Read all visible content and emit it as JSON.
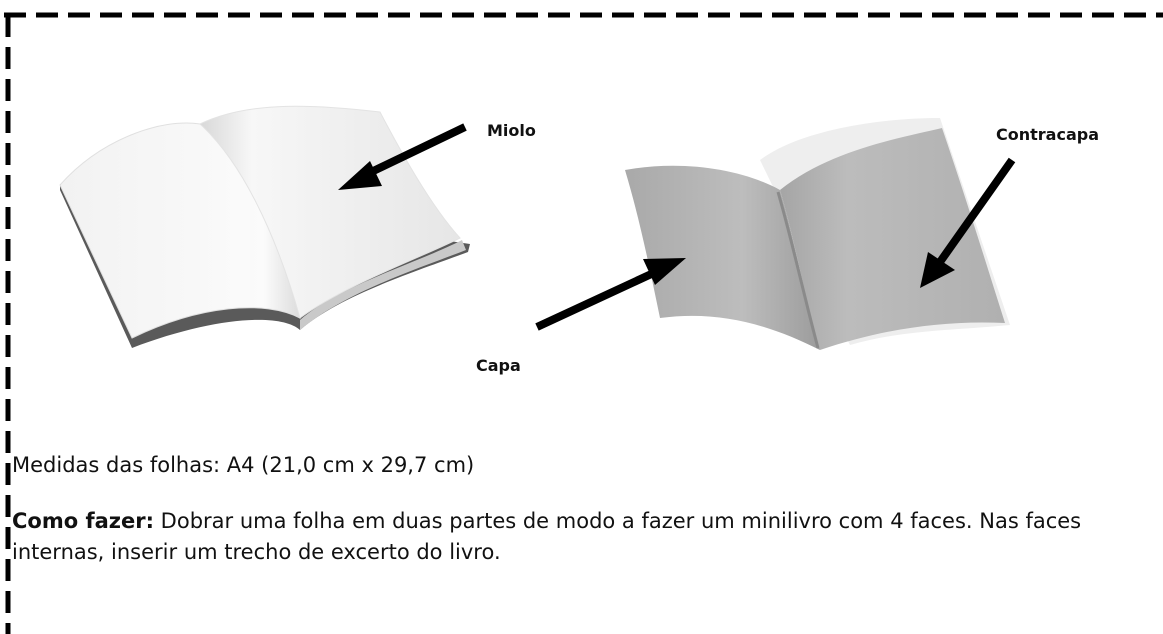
{
  "labels": {
    "miolo": "Miolo",
    "contracapa": "Contracapa",
    "capa": "Capa"
  },
  "measures": {
    "text": "Medidas das folhas: A4 (21,0 cm x 29,7 cm)"
  },
  "instructions": {
    "heading": "Como fazer:",
    "body": " Dobrar uma folha em duas partes de modo a fazer um minilivro com 4 faces. Nas faces internas, inserir um trecho de excerto do livro."
  },
  "colors": {
    "border": "#000000",
    "arrow": "#000000",
    "inner_pages": "#f4f4f4",
    "cover": "#b3b3b3",
    "book_edge": "#555555"
  }
}
